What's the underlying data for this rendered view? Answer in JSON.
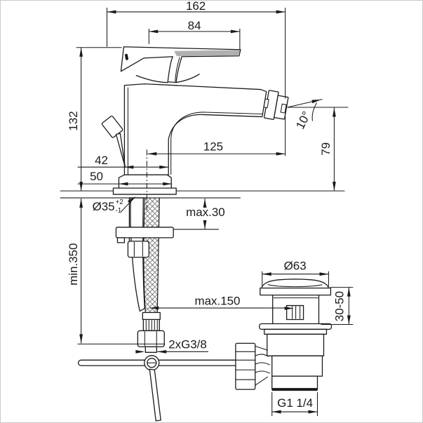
{
  "labels": {
    "total_length": "162",
    "lever_length": "84",
    "height_to_deck": "132",
    "body_width": "42",
    "base_width": "50",
    "spout_reach": "125",
    "spout_angle": "10°",
    "spout_height": "79",
    "deck_hole_diameter": "Ø35",
    "deck_hole_tol_plus": "+2",
    "deck_hole_tol_minus": "-1",
    "deck_thickness_max": "max.30",
    "hose_clearance_min": "min.350",
    "drain_offset_max": "max.150",
    "supply_thread": "2xG3/8",
    "waste_cap_diameter": "Ø63",
    "waste_height_range": "30-50",
    "waste_outlet_thread": "G1 1/4"
  },
  "colors": {
    "line": "#1a1a1a",
    "background": "#ffffff",
    "lever_shade": "#b0b0b0",
    "border": "#c9c9c9"
  }
}
